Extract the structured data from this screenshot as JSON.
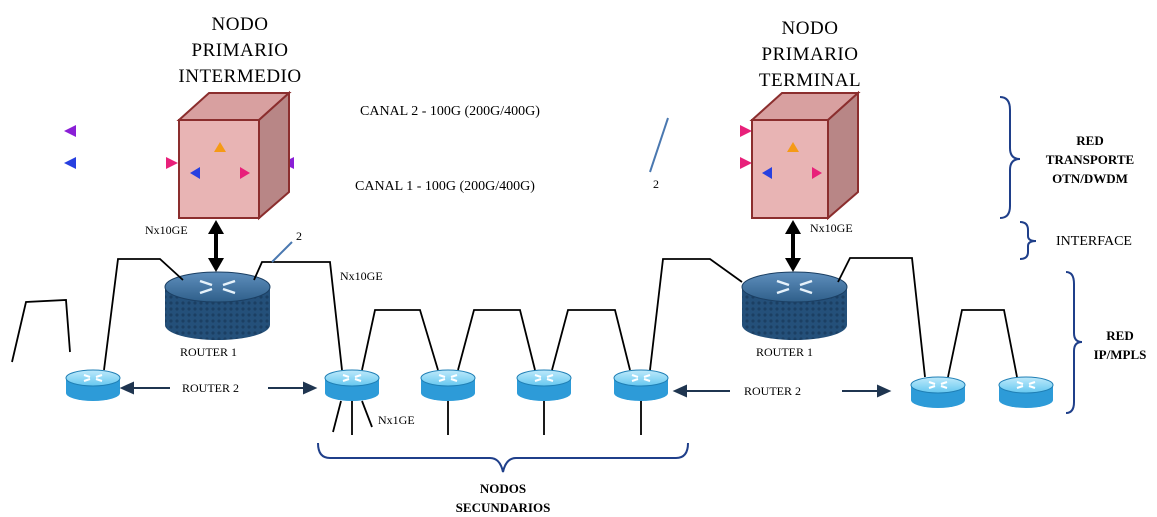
{
  "nodes": {
    "intermediate": {
      "line1": "NODO",
      "line2": "PRIMARIO",
      "line3": "INTERMEDIO"
    },
    "terminal": {
      "line1": "NODO",
      "line2": "PRIMARIO",
      "line3": "TERMINAL"
    }
  },
  "channels": {
    "channel2": "CANAL 2 - 100G (200G/400G)",
    "channel1": "CANAL 1 - 100G (200G/400G)",
    "fiber_count": "2",
    "link_count": "2"
  },
  "interfaces": {
    "left_nx10ge": "Nx10GE",
    "middle_nx10ge": "Nx10GE",
    "right_nx10ge": "Nx10GE",
    "nx1ge": "Nx1GE"
  },
  "routers": {
    "left_router1": "ROUTER 1",
    "right_router1": "ROUTER 1",
    "left_router2": "ROUTER 2",
    "right_router2": "ROUTER 2"
  },
  "layers": {
    "transport_line1": "RED",
    "transport_line2": "TRANSPORTE",
    "transport_line3": "OTN/DWDM",
    "interface": "INTERFACE",
    "ip_line1": "RED",
    "ip_line2": "IP/MPLS"
  },
  "secondary": {
    "line1": "NODOS",
    "line2": "SECUNDARIOS"
  },
  "colors": {
    "cube_front": "#e8b4b4",
    "cube_side": "#b88686",
    "cube_top": "#d8a0a0",
    "cube_edge": "#8b2e2e",
    "core_router": "#2f5f8a",
    "edge_router": "#39a9e0",
    "connector": "#1f3550"
  }
}
